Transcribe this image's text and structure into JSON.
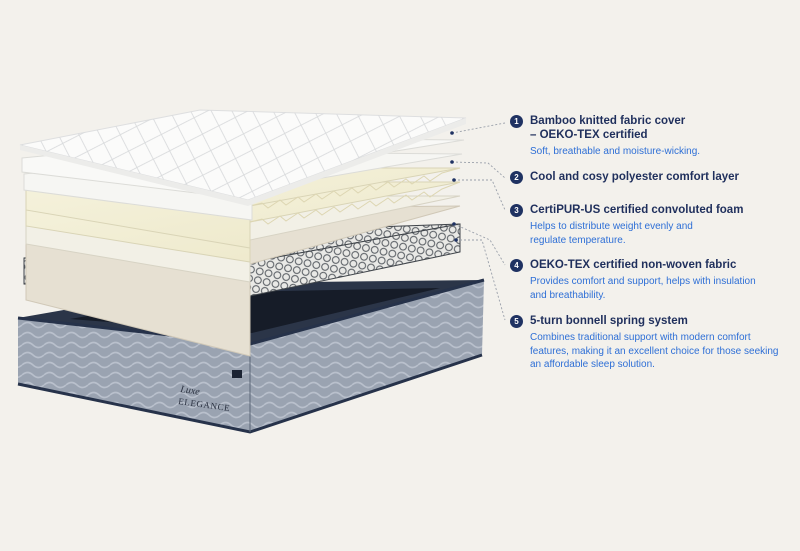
{
  "colors": {
    "background": "#f3f1ec",
    "badge": "#1f3262",
    "title_text": "#1f2f5c",
    "description_text": "#2e6fd6"
  },
  "brand": {
    "logo_script": "Luxe",
    "logo_name": "ELEGANCE"
  },
  "layers": [
    {
      "number": "1",
      "title_lines": [
        "Bamboo knitted fabric cover",
        "– OEKO-TEX certified"
      ],
      "description_lines": [
        "Soft, breathable and moisture-wicking."
      ]
    },
    {
      "number": "2",
      "title_lines": [
        "Cool and cosy polyester comfort layer"
      ],
      "description_lines": []
    },
    {
      "number": "3",
      "title_lines": [
        "CertiPUR-US certified convoluted foam"
      ],
      "description_lines": [
        "Helps to distribute weight evenly and",
        "regulate temperature."
      ]
    },
    {
      "number": "4",
      "title_lines": [
        "OEKO-TEX certified non-woven fabric"
      ],
      "description_lines": [
        "Provides comfort and support, helps with insulation",
        "and breathability."
      ]
    },
    {
      "number": "5",
      "title_lines": [
        "5-turn bonnell spring system"
      ],
      "description_lines": [
        "Combines traditional support with modern comfort",
        "features, making it an excellent choice for those seeking",
        "an affordable sleep solution."
      ]
    }
  ]
}
